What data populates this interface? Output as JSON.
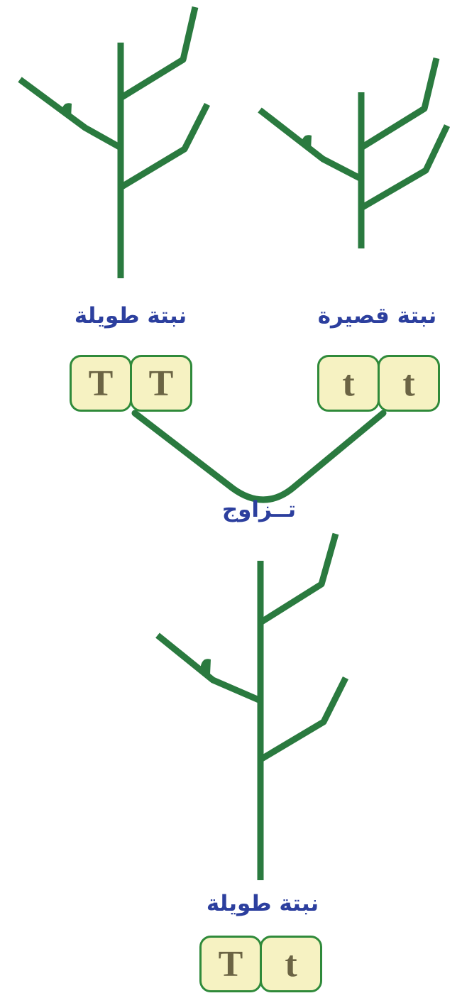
{
  "colors": {
    "plant_green": "#2a7a3f",
    "label_blue": "#2c3f9e",
    "allele_fill": "#f6f2c2",
    "allele_border": "#2f8a3a",
    "allele_text": "#6b6444"
  },
  "parents": {
    "tall": {
      "label": "نبتة طويلة",
      "alleles": [
        "T",
        "T"
      ]
    },
    "short": {
      "label": "نبتة قصيرة",
      "alleles": [
        "t",
        "t"
      ]
    }
  },
  "cross": {
    "label": "تــزاوج"
  },
  "offspring": {
    "label": "نبتة طويلة",
    "alleles": [
      "T",
      "t"
    ]
  }
}
